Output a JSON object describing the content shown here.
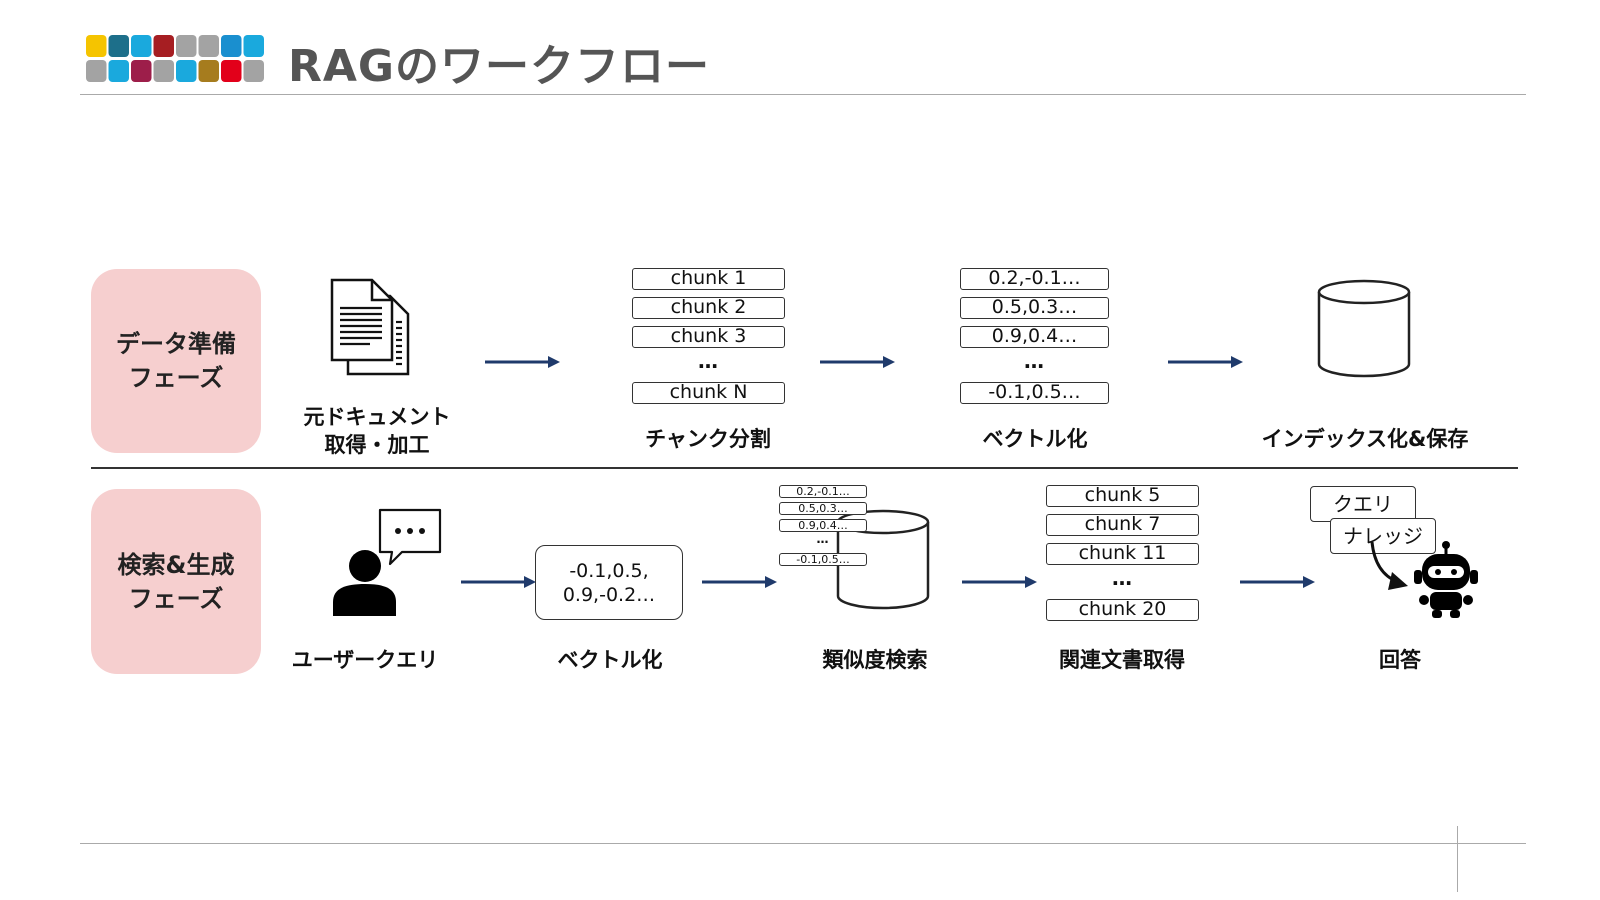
{
  "title": "RAGのワークフロー",
  "colors": {
    "phase_bg": "#f6cfcf",
    "arrow": "#1f3a6b",
    "title": "#555555",
    "logo": [
      "#f5c400",
      "#1d6f8a",
      "#1aa9dd",
      "#a61e22",
      "#a3a3a3",
      "#a3a3a3",
      "#1a8fcf",
      "#1aa9dd",
      "#a3a3a3",
      "#1aa9dd",
      "#9d1e4a",
      "#a3a3a3",
      "#1aa9dd",
      "#a67c1e",
      "#e2001a",
      "#a3a3a3"
    ]
  },
  "prep_phase": {
    "label_line1": "データ準備",
    "label_line2": "フェーズ",
    "source_doc": {
      "icon": "document-icon",
      "label_line1": "元ドキュメント",
      "label_line2": "取得・加工"
    },
    "chunking": {
      "chunks": [
        "chunk 1",
        "chunk 2",
        "chunk 3"
      ],
      "ellipsis": "…",
      "last": "chunk N",
      "label": "チャンク分割"
    },
    "vectorize": {
      "vectors": [
        "0.2,-0.1…",
        "0.5,0.3…",
        "0.9,0.4…"
      ],
      "ellipsis": "…",
      "last": "-0.1,0.5…",
      "label": "ベクトル化"
    },
    "index": {
      "icon": "database-icon",
      "label": "インデックス化&保存"
    }
  },
  "search_phase": {
    "label_line1": "検索&生成",
    "label_line2": "フェーズ",
    "user_query": {
      "icon": "user-chat-icon",
      "label": "ユーザークエリ"
    },
    "vectorize": {
      "line1": "-0.1,0.5,",
      "line2": "0.9,-0.2…",
      "label": "ベクトル化"
    },
    "similarity": {
      "vectors": [
        "0.2,-0.1…",
        "0.5,0.3…",
        "0.9,0.4…"
      ],
      "ellipsis": "…",
      "last": "-0.1,0.5…",
      "icon": "database-icon",
      "label": "類似度検索"
    },
    "retrieval": {
      "chunks": [
        "chunk 5",
        "chunk 7",
        "chunk 11"
      ],
      "ellipsis": "…",
      "last": "chunk 20",
      "label": "関連文書取得"
    },
    "answer": {
      "query_tag": "クエリ",
      "knowledge_tag": "ナレッジ",
      "icon": "robot-icon",
      "label": "回答"
    }
  }
}
